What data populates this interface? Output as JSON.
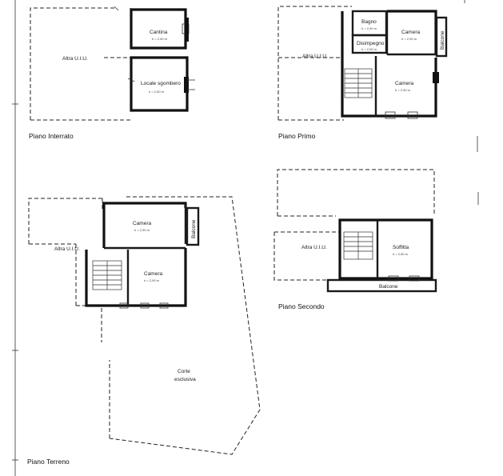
{
  "floors": {
    "interrato": {
      "label": "Piano Interrato",
      "rooms": {
        "altra_uiu": {
          "name": "Altra U.I.U.",
          "area": ""
        },
        "cantina": {
          "name": "Cantina",
          "area": "h = 2,50 m"
        },
        "locale_sgombero": {
          "name": "Locale sgombero",
          "area": "h = 2,50 m"
        }
      }
    },
    "primo": {
      "label": "Piano Primo",
      "rooms": {
        "altra_uiu": {
          "name": "Altra U.I.U.",
          "area": ""
        },
        "bagno": {
          "name": "Bagno",
          "area": "h = 2,90 m"
        },
        "disimpegno": {
          "name": "Disimpegno",
          "area": "h = 2,90 m"
        },
        "camera_1": {
          "name": "Camera",
          "area": "h = 2,90 m"
        },
        "camera_2": {
          "name": "Camera",
          "area": "h = 2,90 m"
        },
        "balcone": {
          "name": "Balcone",
          "area": ""
        }
      }
    },
    "terreno": {
      "label": "Piano Terreno",
      "rooms": {
        "altra_uiu": {
          "name": "Altra U.I.U.",
          "area": ""
        },
        "camera_1": {
          "name": "Camera",
          "area": "h = 2,90 m"
        },
        "camera_2": {
          "name": "Camera",
          "area": "h = 2,90 m"
        },
        "balcone": {
          "name": "Balcone",
          "area": ""
        },
        "corte": {
          "name": "Corte",
          "area": "esclusiva"
        }
      }
    },
    "secondo": {
      "label": "Piano Secondo",
      "rooms": {
        "altra_uiu": {
          "name": "Altra U.I.U.",
          "area": ""
        },
        "soffitta": {
          "name": "Soffitta",
          "area": "h = 2,50 m"
        },
        "balcone": {
          "name": "Balcone",
          "area": ""
        }
      }
    }
  }
}
